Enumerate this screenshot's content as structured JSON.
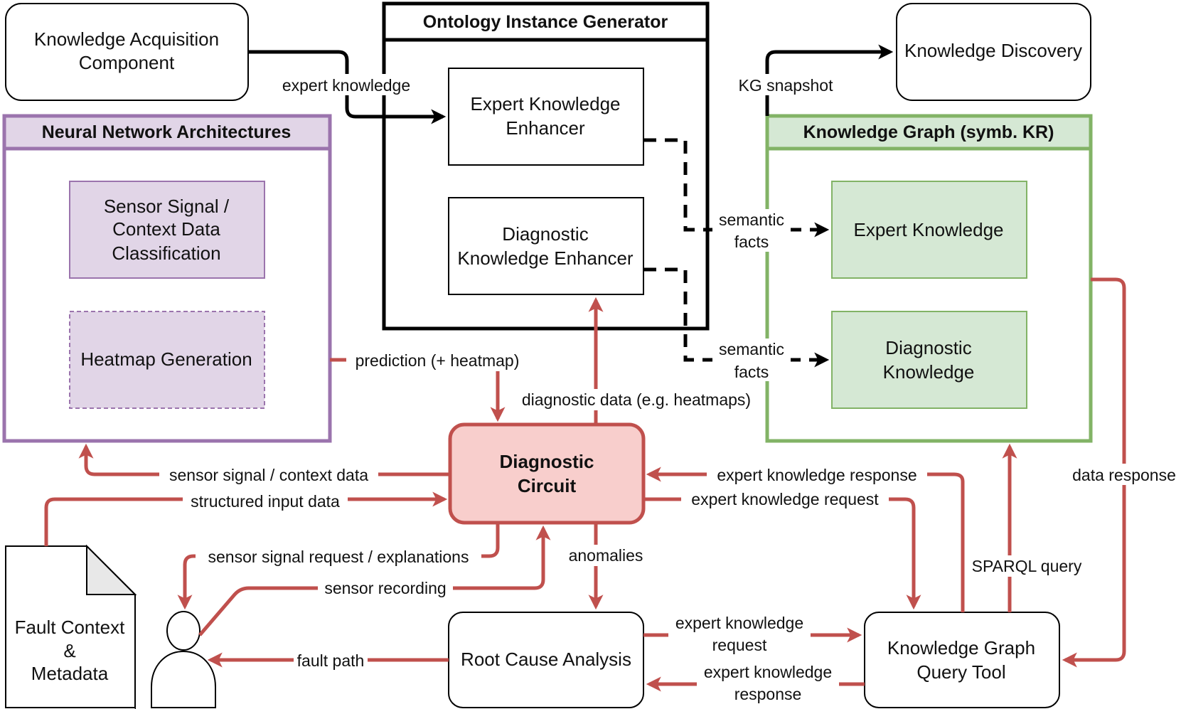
{
  "colors": {
    "black": "#000000",
    "red": "#c0504d",
    "purple_border": "#9b74ad",
    "purple_fill": "#e1d5e7",
    "green_border": "#82b366",
    "green_fill": "#d5e8d4",
    "diag_fill": "#f8cecc",
    "diag_border": "#b85450"
  },
  "boxes": {
    "knowledge_acquisition": [
      "Knowledge Acquisition",
      "Component"
    ],
    "ontology_generator_title": "Ontology Instance Generator",
    "expert_enhancer": [
      "Expert Knowledge",
      "Enhancer"
    ],
    "diagnostic_enhancer": [
      "Diagnostic",
      "Knowledge Enhancer"
    ],
    "knowledge_discovery": "Knowledge Discovery",
    "nn_title": "Neural Network Architectures",
    "sensor_classification": [
      "Sensor Signal /",
      "Context Data",
      "Classification"
    ],
    "heatmap_generation": "Heatmap Generation",
    "kg_title": "Knowledge Graph (symb. KR)",
    "expert_knowledge": "Expert Knowledge",
    "diagnostic_knowledge": [
      "Diagnostic",
      "Knowledge"
    ],
    "diagnostic_circuit": [
      "Diagnostic",
      "Circuit"
    ],
    "fault_context": [
      "Fault Context",
      "&",
      "Metadata"
    ],
    "root_cause": "Root Cause Analysis",
    "kg_query_tool": [
      "Knowledge Graph",
      "Query Tool"
    ]
  },
  "labels": {
    "expert_knowledge": "expert knowledge",
    "kg_snapshot": "KG snapshot",
    "semantic_facts_1": [
      "semantic",
      "facts"
    ],
    "semantic_facts_2": [
      "semantic",
      "facts"
    ],
    "prediction": "prediction (+ heatmap)",
    "diagnostic_data": "diagnostic data (e.g. heatmaps)",
    "sensor_signal_context": "sensor signal / context data",
    "structured_input": "structured input data",
    "expert_response_top": "expert knowledge response",
    "expert_request_top": "expert knowledge request",
    "data_response": "data response",
    "sensor_request": "sensor signal request / explanations",
    "sensor_recording": "sensor recording",
    "anomalies": "anomalies",
    "sparql": "SPARQL query",
    "expert_request_bottom": [
      "expert knowledge",
      "request"
    ],
    "expert_response_bottom": [
      "expert knowledge",
      "response"
    ],
    "fault_path": "fault path"
  }
}
